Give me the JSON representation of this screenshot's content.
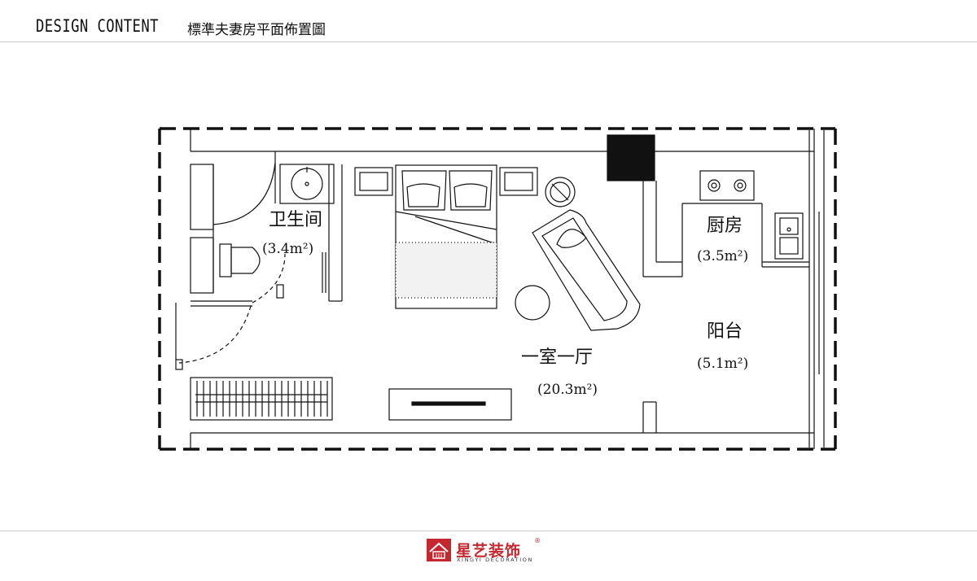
{
  "header": {
    "title_en": "DESIGN CONTENT",
    "title_cn": "標準夫妻房平面佈置圖"
  },
  "rooms": {
    "bathroom": {
      "name": "卫生间",
      "area": "(3.4m²)"
    },
    "kitchen": {
      "name": "厨房",
      "area": "(3.5m²)"
    },
    "living": {
      "name": "一室一厅",
      "area": "(20.3m²)"
    },
    "balcony": {
      "name": "阳台",
      "area": "(5.1m²)"
    }
  },
  "brand": {
    "name_cn": "星艺装饰",
    "name_en": "XINGYI DECORATION",
    "reg": "®",
    "color": "#c6262e"
  }
}
